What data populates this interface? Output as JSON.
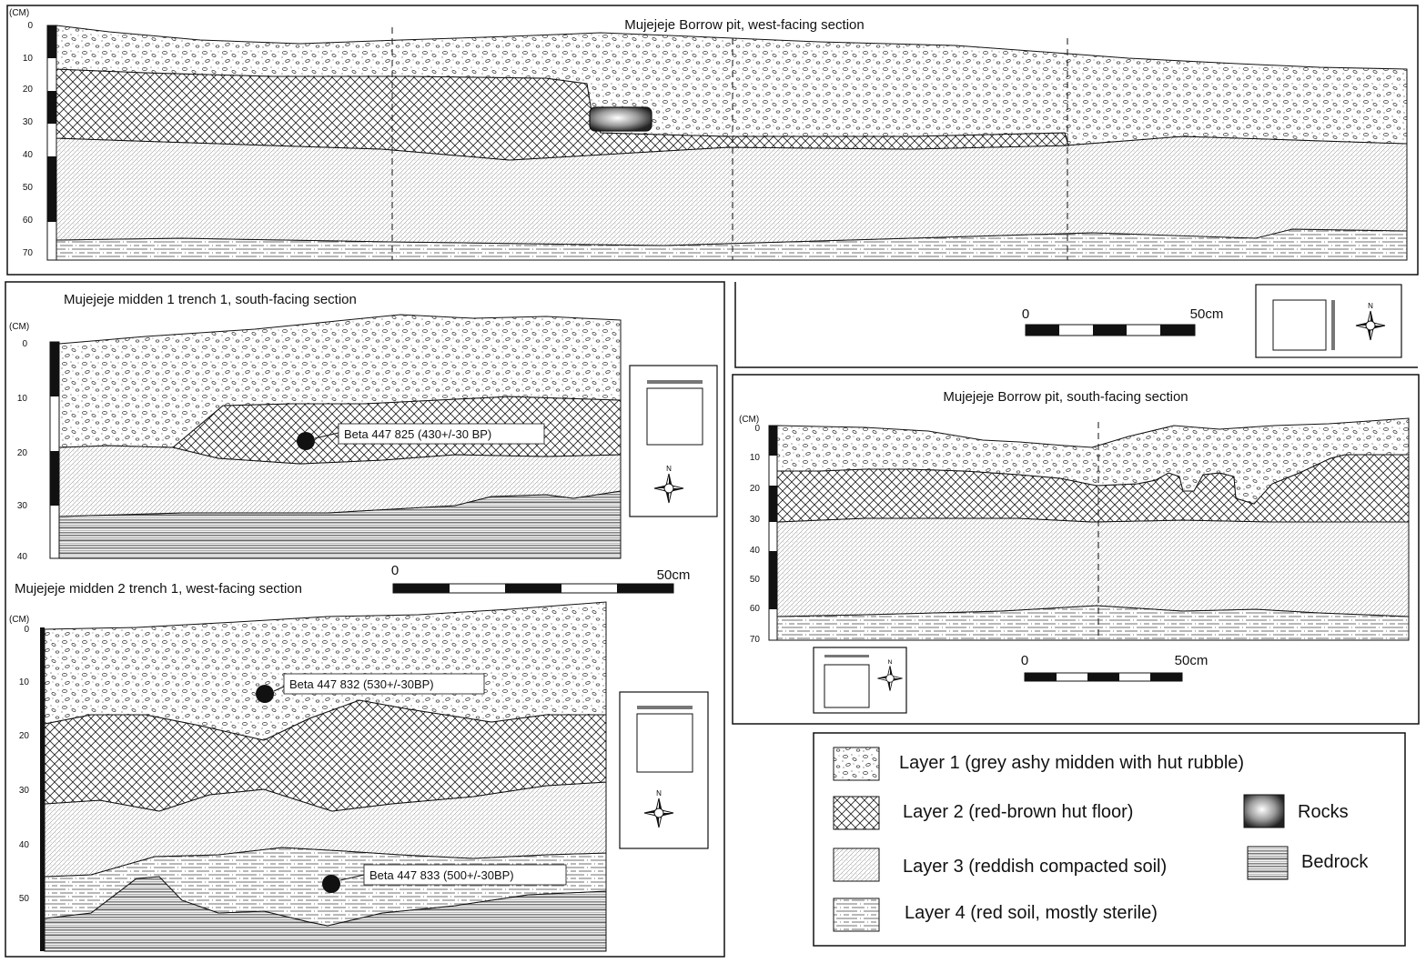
{
  "panels": {
    "borrow_west": {
      "title": "Mujejeje Borrow pit, west-facing section",
      "unit": "(CM)",
      "ticks": [
        "0",
        "10",
        "20",
        "30",
        "40",
        "50",
        "60",
        "70"
      ]
    },
    "midden1": {
      "title": "Mujejeje midden 1 trench 1, south-facing section",
      "unit": "(CM)",
      "ticks": [
        "0",
        "10",
        "20",
        "30",
        "40"
      ],
      "sample": "Beta 447 825 (430+/-30 BP)"
    },
    "midden2": {
      "title": "Mujejeje midden 2 trench 1, west-facing section",
      "unit": "(CM)",
      "ticks": [
        "0",
        "10",
        "20",
        "30",
        "40",
        "50"
      ],
      "sample_upper": "Beta 447 832 (530+/-30BP)",
      "sample_lower": "Beta 447 833 (500+/-30BP)"
    },
    "borrow_south": {
      "title": "Mujejeje Borrow pit, south-facing section",
      "unit": "(CM)",
      "ticks": [
        "0",
        "10",
        "20",
        "30",
        "40",
        "50",
        "60",
        "70"
      ]
    }
  },
  "scale_bars": [
    {
      "start": "0",
      "end": "50cm"
    },
    {
      "start": "0",
      "end": "50cm"
    },
    {
      "start": "0",
      "end": "50cm"
    }
  ],
  "compass": {
    "north": "N"
  },
  "legend": {
    "layer1": "Layer 1 (grey ashy  midden with hut rubble)",
    "layer2": "Layer 2 (red-brown hut floor)",
    "layer3": "Layer 3 (reddish compacted soil)",
    "layer4": "Layer 4 (red soil, mostly sterile)",
    "rocks": "Rocks",
    "bedrock": "Bedrock"
  }
}
